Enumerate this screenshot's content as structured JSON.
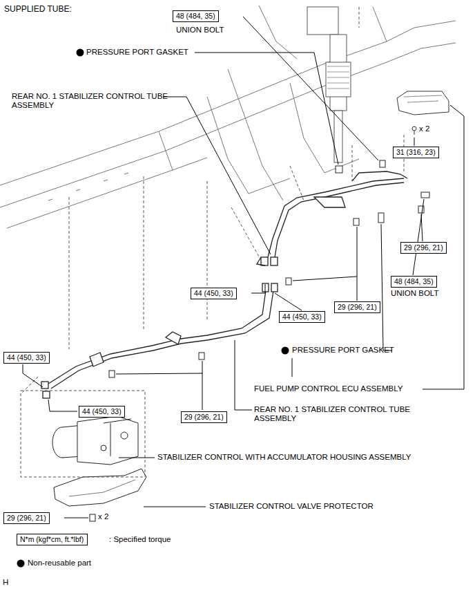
{
  "diagram": {
    "title": "SUPPLIED TUBE:",
    "nodes": [
      {
        "text": [
          "48 (484, 35)"
        ]
      },
      {
        "text": [
          "31 (316, 23)"
        ]
      },
      {
        "text": [
          "29 (296, 21)"
        ]
      },
      {
        "text": [
          "44 (450, 33)"
        ]
      },
      {
        "text": [
          "48 (484, 35)"
        ]
      },
      {
        "text": [
          "44 (450, 33)"
        ]
      },
      {
        "text": [
          "29 (296, 21)"
        ]
      },
      {
        "text": [
          "44 (450, 33)"
        ]
      },
      {
        "text": [
          "44 (450, 33)"
        ]
      },
      {
        "text": [
          "29 (296, 21)"
        ]
      },
      {
        "text": [
          "29 (296, 21)"
        ]
      },
      {
        "text": [
          "N*m (kgf*cm, ft.*lbf)"
        ]
      }
    ],
    "labels": [
      "UNION BOLT",
      "PRESSURE PORT GASKET",
      "REAR NO. 1 STABILIZER CONTROL TUBE ASSEMBLY",
      "x 2",
      "UNION BOLT",
      "PRESSURE PORT GASKET",
      "FUEL PUMP CONTROL ECU ASSEMBLY",
      "REAR NO. 1 STABILIZER CONTROL TUBE ASSEMBLY",
      "STABILIZER CONTROL WITH ACCUMULATOR HOUSING ASSEMBLY",
      "STABILIZER CONTROL VALVE PROTECTOR",
      "x 2",
      "H"
    ],
    "legend": [
      {
        "text": ": Specified torque"
      },
      {
        "text": "Non-reusable part"
      }
    ]
  }
}
